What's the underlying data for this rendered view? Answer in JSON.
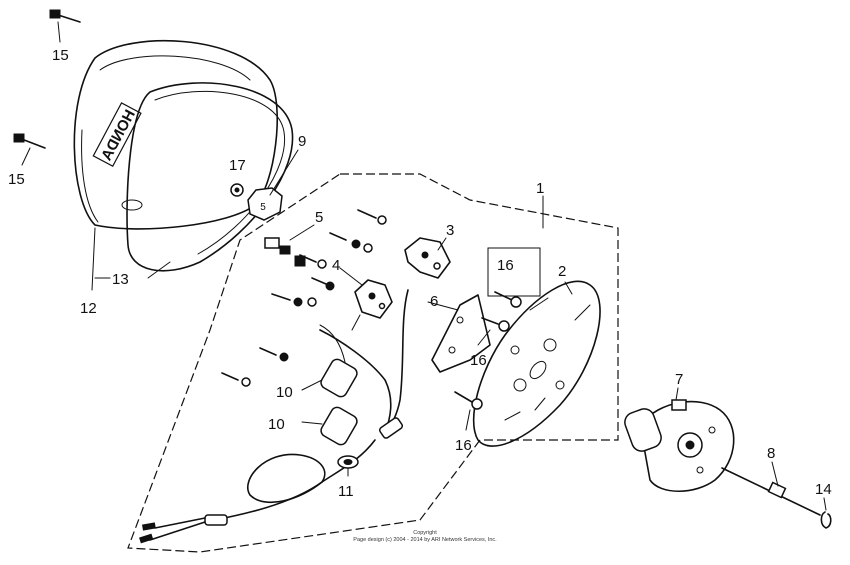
{
  "part_numbers": {
    "p1": "1",
    "p2": "2",
    "p3": "3",
    "p4": "4",
    "p5": "5",
    "p6": "6",
    "p7": "7",
    "p8": "8",
    "p9": "9",
    "p10a": "10",
    "p10b": "10",
    "p11": "11",
    "p12": "12",
    "p13": "13",
    "p14": "14",
    "p15a": "15",
    "p15b": "15",
    "p16a": "16",
    "p16b": "16",
    "p16c": "16",
    "p17": "17"
  },
  "cover_logo_text": "HONDA",
  "copyright": {
    "line1": "Copyright",
    "line2": "Page design (c) 2004 - 2014 by ARI Network Services, Inc."
  }
}
